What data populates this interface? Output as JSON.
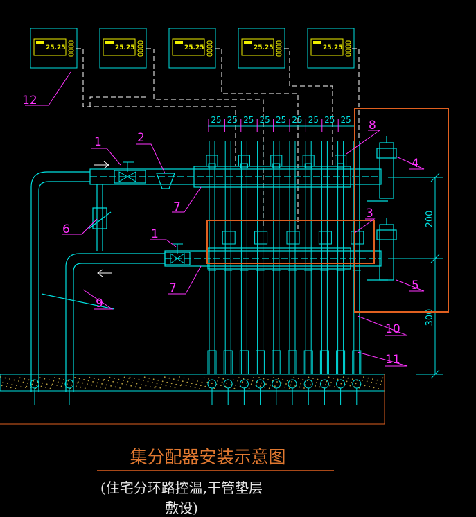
{
  "title": "集分配器安装示意图",
  "subtitle": "(住宅分环路控温,干管垫层敷设)",
  "colors": {
    "background": "#000000",
    "pipe": "#00e0e0",
    "label": "#ff33ff",
    "dimension": "#00e0e0",
    "highlight": "#e06020",
    "thermostat_screen": "#f0f000",
    "title": "#e07830",
    "subtitle": "#e8e8e8",
    "dashed_wire": "#ffffff",
    "floor_fill": "#b8a040"
  },
  "thermostats": [
    {
      "screen": "25.25"
    },
    {
      "screen": "25.25"
    },
    {
      "screen": "25.25"
    },
    {
      "screen": "25.25"
    },
    {
      "screen": "25.25"
    }
  ],
  "spacing_labels": [
    "25",
    "25",
    "25",
    "25",
    "25",
    "25",
    "25",
    "25",
    "25"
  ],
  "callouts": {
    "c1a": "1",
    "c1b": "1",
    "c2": "2",
    "c3": "3",
    "c4": "4",
    "c5": "5",
    "c6": "6",
    "c7a": "7",
    "c7b": "7",
    "c8": "8",
    "c9": "9",
    "c10": "10",
    "c11": "11",
    "c12": "12"
  },
  "dimensions": {
    "d200": "200",
    "d300": "300"
  },
  "icons": [
    "flow-arrow-right-icon",
    "flow-arrow-left-icon",
    "ball-valve-icon",
    "filter-icon",
    "thermostat-icon",
    "actuator-icon"
  ]
}
